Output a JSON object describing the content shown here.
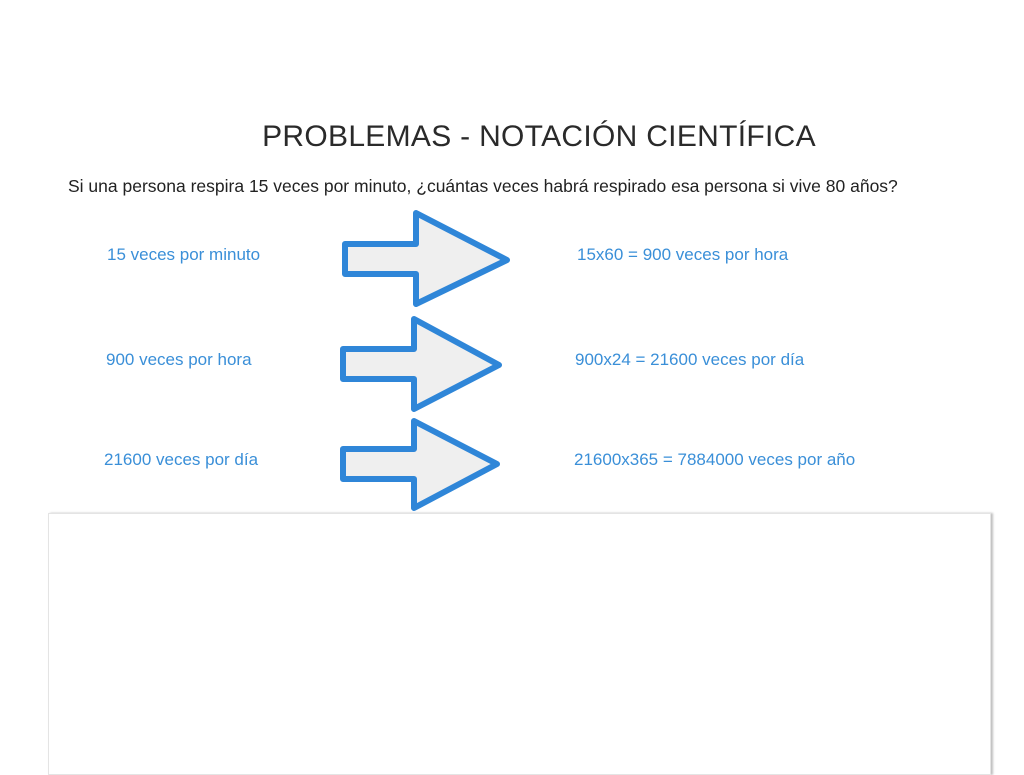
{
  "title": "PROBLEMAS - NOTACIÓN CIENTÍFICA",
  "question": "Si una persona respira 15 veces por minuto, ¿cuántas veces habrá respirado esa persona si vive 80 años?",
  "rows": [
    {
      "left": "15 veces por minuto",
      "right": "15x60 = 900 veces por hora"
    },
    {
      "left": "900 veces por hora",
      "right": "900x24 = 21600 veces por día"
    },
    {
      "left": "21600 veces por día",
      "right": "21600x365 = 7884000 veces por año"
    }
  ],
  "colors": {
    "accent": "#2f86d8",
    "arrow_fill": "#efefef"
  }
}
